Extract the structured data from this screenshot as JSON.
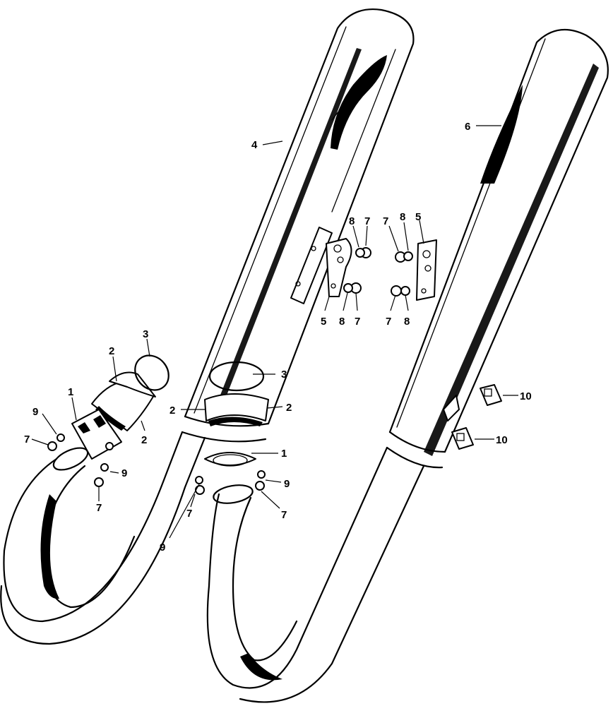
{
  "callouts": [
    {
      "id": "c1a",
      "text": "1"
    },
    {
      "id": "c1b",
      "text": "1"
    },
    {
      "id": "c2a",
      "text": "2"
    },
    {
      "id": "c2b",
      "text": "2"
    },
    {
      "id": "c2c",
      "text": "2"
    },
    {
      "id": "c2d",
      "text": "2"
    },
    {
      "id": "c3a",
      "text": "3"
    },
    {
      "id": "c3b",
      "text": "3"
    },
    {
      "id": "c4",
      "text": "4"
    },
    {
      "id": "c5a",
      "text": "5"
    },
    {
      "id": "c5b",
      "text": "5"
    },
    {
      "id": "c6",
      "text": "6"
    },
    {
      "id": "c7a",
      "text": "7"
    },
    {
      "id": "c7b",
      "text": "7"
    },
    {
      "id": "c7c",
      "text": "7"
    },
    {
      "id": "c7d",
      "text": "7"
    },
    {
      "id": "c7e",
      "text": "7"
    },
    {
      "id": "c7f",
      "text": "7"
    },
    {
      "id": "c7g",
      "text": "7"
    },
    {
      "id": "c7h",
      "text": "7"
    },
    {
      "id": "c8a",
      "text": "8"
    },
    {
      "id": "c8b",
      "text": "8"
    },
    {
      "id": "c8c",
      "text": "8"
    },
    {
      "id": "c8d",
      "text": "8"
    },
    {
      "id": "c9a",
      "text": "9"
    },
    {
      "id": "c9b",
      "text": "9"
    },
    {
      "id": "c9c",
      "text": "9"
    },
    {
      "id": "c9d",
      "text": "9"
    },
    {
      "id": "c10a",
      "text": "10"
    },
    {
      "id": "c10b",
      "text": "10"
    }
  ]
}
